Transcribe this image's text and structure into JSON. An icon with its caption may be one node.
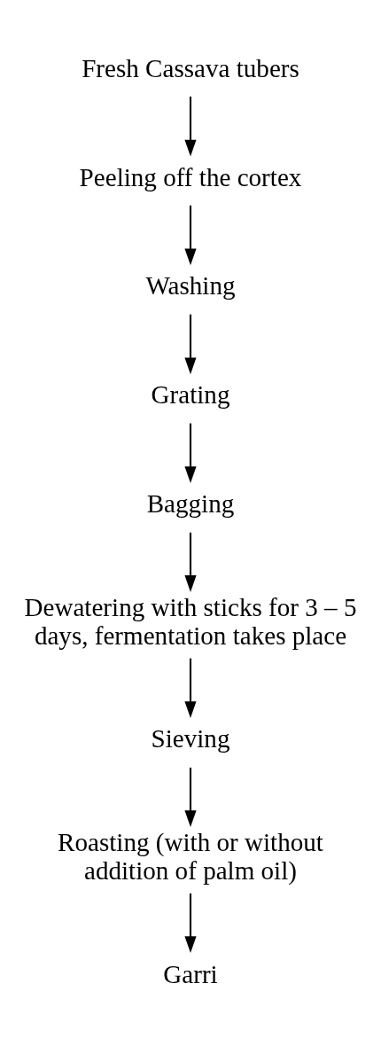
{
  "diagram": {
    "nodes": [
      {
        "text": [
          "Fresh Cassava tubers"
        ]
      },
      {
        "text": [
          "Peeling off the cortex"
        ]
      },
      {
        "text": [
          "Washing"
        ]
      },
      {
        "text": [
          "Grating"
        ]
      },
      {
        "text": [
          "Bagging"
        ]
      },
      {
        "text": [
          "Dewatering with sticks for 3 – 5 days, fermentation takes place"
        ]
      },
      {
        "text": [
          "Sieving"
        ]
      },
      {
        "text": [
          "Roasting (with or without addition of palm oil)"
        ]
      },
      {
        "text": [
          "Garri"
        ]
      }
    ],
    "edges": [
      {
        "from": 0,
        "to": 1,
        "arrow": "to"
      },
      {
        "from": 1,
        "to": 2,
        "arrow": "to"
      },
      {
        "from": 2,
        "to": 3,
        "arrow": "to"
      },
      {
        "from": 3,
        "to": 4,
        "arrow": "to"
      },
      {
        "from": 4,
        "to": 5,
        "arrow": "to"
      },
      {
        "from": 5,
        "to": 6,
        "arrow": "to"
      },
      {
        "from": 6,
        "to": 7,
        "arrow": "to"
      },
      {
        "from": 7,
        "to": 8,
        "arrow": "to"
      }
    ]
  }
}
